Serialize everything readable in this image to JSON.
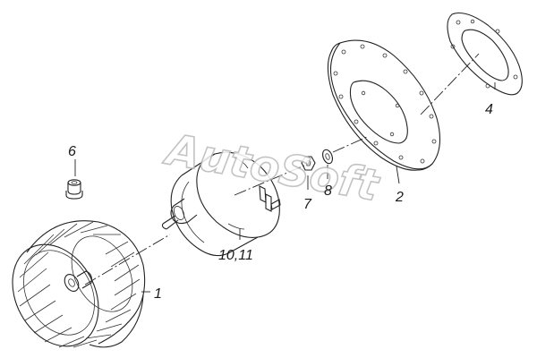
{
  "callouts": {
    "c1": "1",
    "c2": "2",
    "c4": "4",
    "c6": "6",
    "c7": "7",
    "c8": "8",
    "c10_11": "10,11"
  },
  "watermark": "AutoSoft"
}
